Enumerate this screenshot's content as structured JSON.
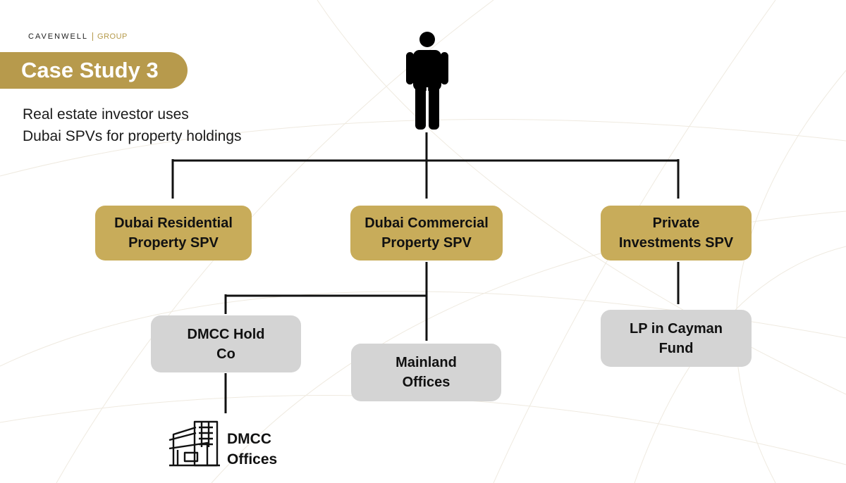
{
  "brand": {
    "name": "CAVENWELL",
    "group": "GROUP"
  },
  "case_study": {
    "title": "Case Study 3"
  },
  "subtitle": {
    "line1": "Real estate investor uses",
    "line2": "Dubai SPVs for property holdings"
  },
  "icons": {
    "person": "person-icon",
    "building": "building-icon"
  },
  "colors": {
    "gold": "#c8ac5a",
    "pill": "#b79a4c",
    "gray": "#d4d4d4",
    "line": "#111111"
  },
  "nodes": {
    "residential": "Dubai Residential\nProperty SPV",
    "commercial": "Dubai Commercial\nProperty SPV",
    "private": "Private\nInvestments SPV",
    "dmcc_hold": "DMCC Hold\nCo",
    "mainland": "Mainland\nOffices",
    "cayman": "LP in Cayman\nFund",
    "dmcc_offices": "DMCC\nOffices"
  }
}
